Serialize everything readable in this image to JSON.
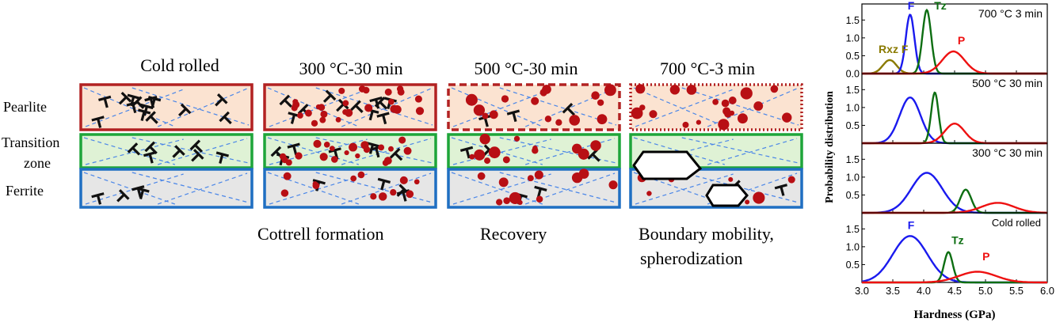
{
  "schematic": {
    "row_labels": [
      "Pearlite",
      "Transition",
      "zone",
      "Ferrite"
    ],
    "panels": [
      {
        "title": "Cold rolled",
        "caption": [
          "",
          ""
        ]
      },
      {
        "title": "300 °C-30 min",
        "caption": [
          "Cottrell formation",
          ""
        ]
      },
      {
        "title": "500 °C-30 min",
        "caption": [
          "Recovery",
          ""
        ]
      },
      {
        "title": "700 °C-3 min",
        "caption": [
          "Boundary mobility,",
          "spherodization"
        ]
      }
    ],
    "colors": {
      "pearlite_border": "#b22222",
      "pearlite_fill": "#fbe3d1",
      "transition_border": "#1ea53a",
      "transition_fill": "#dff2d5",
      "ferrite_border": "#1f6fc2",
      "ferrite_fill": "#e6e6e6",
      "precipitate": "#b80f14",
      "dislocation": "#111111",
      "slip_line": "#4a86e8"
    }
  },
  "chart_data": {
    "type": "line",
    "xlabel": "Hardness (GPa)",
    "ylabel": "Probability distribution",
    "xlim": [
      3.0,
      6.0
    ],
    "xticks": [
      "3.0",
      "3.5",
      "4.0",
      "4.5",
      "5.0",
      "5.5",
      "6.0"
    ],
    "yticks": [
      "0.0",
      "0.5",
      "1.0",
      "1.5"
    ],
    "ylim": [
      0,
      1.95
    ],
    "panels": [
      {
        "label": "700 °C 3 min",
        "series": [
          {
            "name": "Rxz F",
            "color": "#8a7a00",
            "mu": 3.45,
            "sigma": 0.11,
            "amp": 0.38
          },
          {
            "name": "F",
            "color": "#1a1aee",
            "mu": 3.78,
            "sigma": 0.07,
            "amp": 1.65
          },
          {
            "name": "Tz",
            "color": "#0d6e12",
            "mu": 4.05,
            "sigma": 0.07,
            "amp": 1.78
          },
          {
            "name": "P",
            "color": "#ee1111",
            "mu": 4.48,
            "sigma": 0.18,
            "amp": 0.62
          }
        ],
        "labels": [
          {
            "text": "Rxz F",
            "color": "#8a7a00",
            "x": 3.27,
            "y": 0.58
          },
          {
            "text": "F",
            "color": "#1a1aee",
            "x": 3.74,
            "y": 1.8
          },
          {
            "text": "Tz",
            "color": "#0d6e12",
            "x": 4.17,
            "y": 1.8
          },
          {
            "text": "P",
            "color": "#ee1111",
            "x": 4.55,
            "y": 0.82
          }
        ]
      },
      {
        "label": "500 °C 30 min",
        "series": [
          {
            "name": "F",
            "color": "#1a1aee",
            "mu": 3.78,
            "sigma": 0.17,
            "amp": 1.28
          },
          {
            "name": "Tz",
            "color": "#0d6e12",
            "mu": 4.18,
            "sigma": 0.06,
            "amp": 1.42
          },
          {
            "name": "P",
            "color": "#ee1111",
            "mu": 4.5,
            "sigma": 0.16,
            "amp": 0.55
          }
        ],
        "labels": []
      },
      {
        "label": "300 °C 30 min",
        "series": [
          {
            "name": "F",
            "color": "#1a1aee",
            "mu": 4.05,
            "sigma": 0.25,
            "amp": 1.12
          },
          {
            "name": "Tz",
            "color": "#0d6e12",
            "mu": 4.68,
            "sigma": 0.09,
            "amp": 0.65
          },
          {
            "name": "P",
            "color": "#ee1111",
            "mu": 5.2,
            "sigma": 0.26,
            "amp": 0.28
          }
        ],
        "labels": []
      },
      {
        "label": "Cold rolled",
        "series": [
          {
            "name": "F",
            "color": "#1a1aee",
            "mu": 3.78,
            "sigma": 0.28,
            "amp": 1.3
          },
          {
            "name": "Tz",
            "color": "#0d6e12",
            "mu": 4.4,
            "sigma": 0.07,
            "amp": 0.85
          },
          {
            "name": "P",
            "color": "#ee1111",
            "mu": 4.87,
            "sigma": 0.3,
            "amp": 0.3
          }
        ],
        "labels": [
          {
            "text": "F",
            "color": "#1a1aee",
            "x": 3.74,
            "y": 1.5
          },
          {
            "text": "Tz",
            "color": "#0d6e12",
            "x": 4.45,
            "y": 1.08
          },
          {
            "text": "P",
            "color": "#ee1111",
            "x": 4.95,
            "y": 0.62
          }
        ]
      }
    ]
  }
}
